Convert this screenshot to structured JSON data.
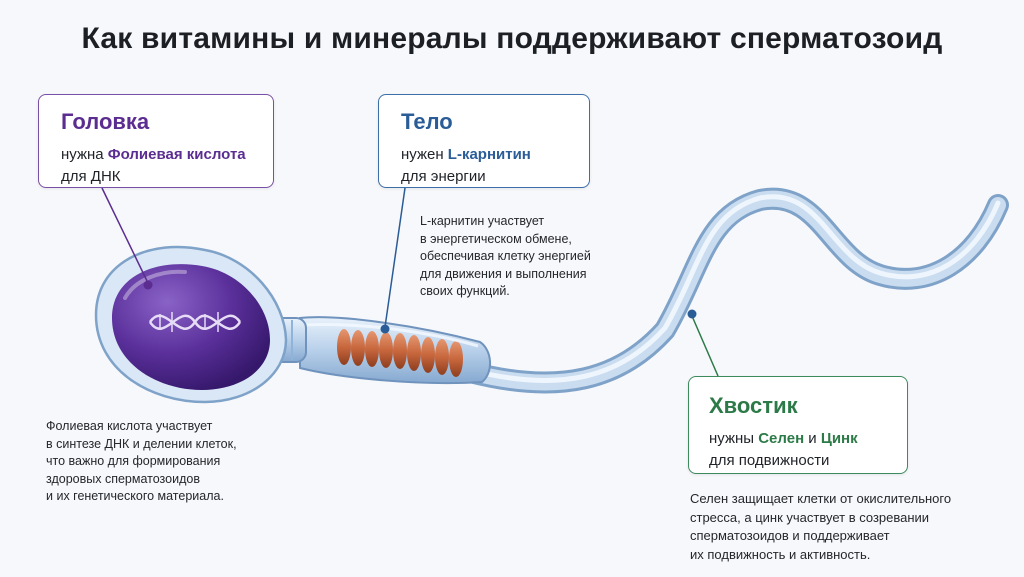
{
  "title": "Как витамины и минералы поддерживают сперматозоид",
  "callouts": {
    "head": {
      "title": "Головка",
      "prefix": "нужна ",
      "nutrient": "Фолиевая кислота",
      "purpose": "для ДНК"
    },
    "body": {
      "title": "Тело",
      "prefix": "нужен ",
      "nutrient": "L-карнитин",
      "purpose": "для энергии"
    },
    "tail": {
      "title": "Хвостик",
      "prefix": "нужны ",
      "nutrient1": "Селен",
      "conj": " и ",
      "nutrient2": "Цинк",
      "purpose": "для подвижности"
    }
  },
  "notes": {
    "head": "Фолиевая кислота участвует\nв синтезе ДНК и делении клеток,\nчто важно для формирования\nздоровых сперматозоидов\nи их генетического материала.",
    "body": "L-карнитин участвует\nв энергетическом обмене,\nобеспечивая клетку энергией\nдля движения и выполнения\nсвоих функций.",
    "tail": "Селен защищает клетки от окислительного\nстресса, а цинк участвует в созревании\nсперматозоидов и поддерживает\nих подвижность и активность."
  },
  "colors": {
    "head_accent": "#5b2d91",
    "body_accent": "#2a5c97",
    "tail_accent": "#2c7a47",
    "nucleus": "#4b2487",
    "mitochondria": "#c8673d",
    "membrane": "#8fb3d9"
  },
  "icons": {
    "dna": "dna-helix-icon"
  }
}
